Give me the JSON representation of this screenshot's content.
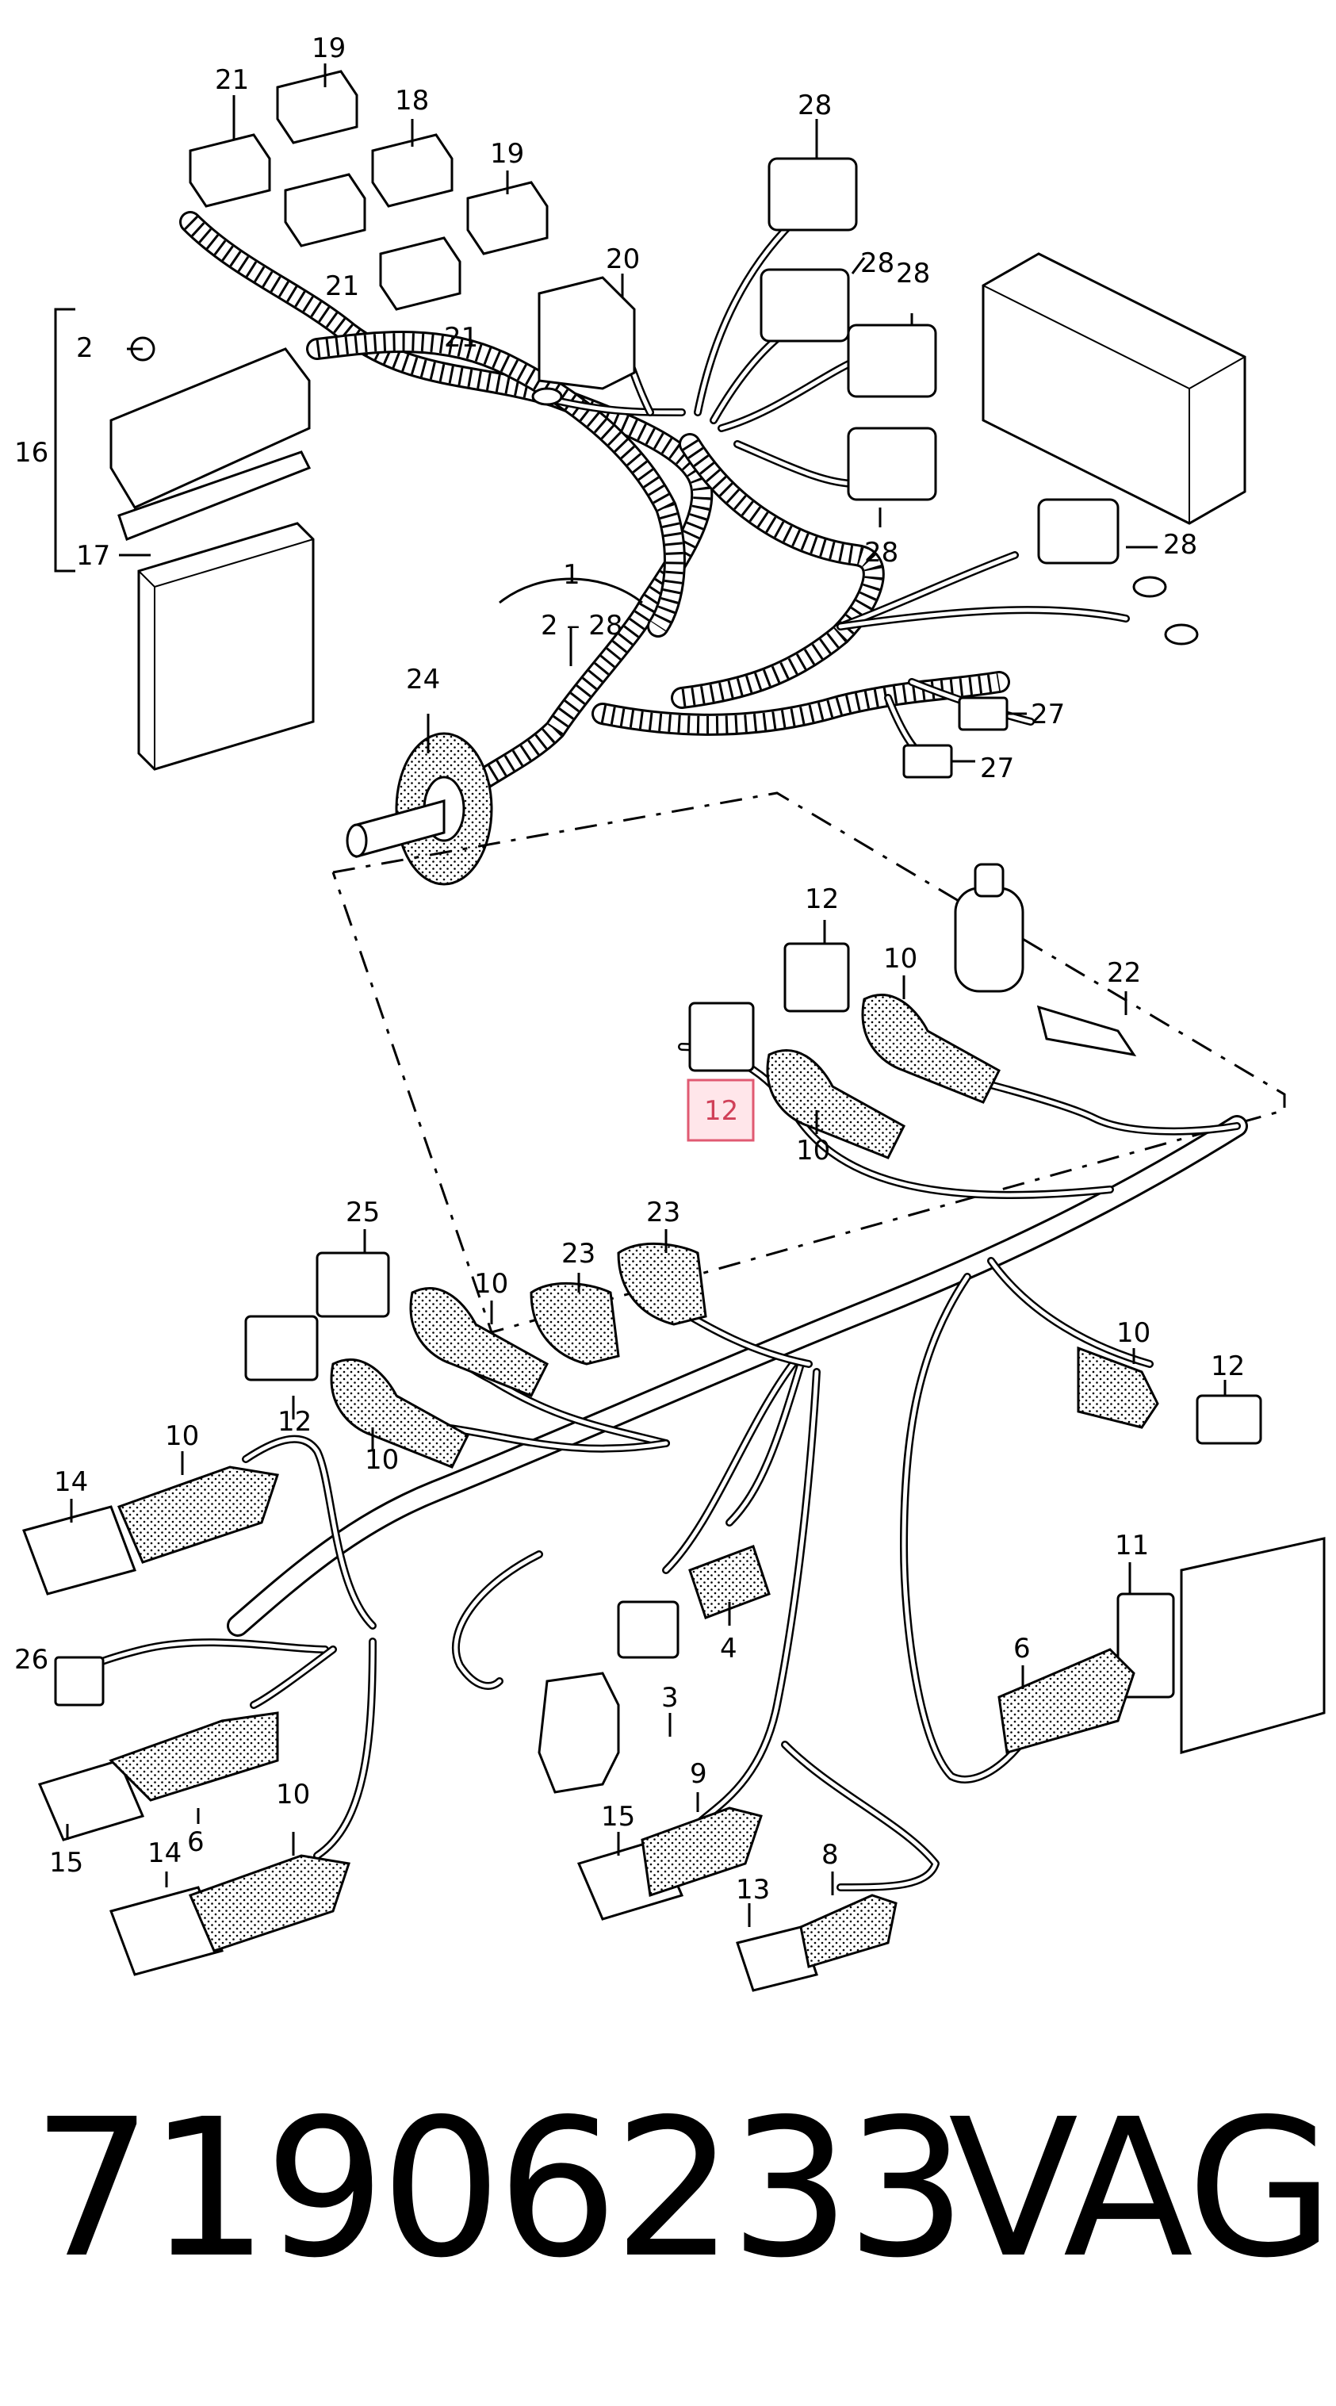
{
  "diagram": {
    "callouts": {
      "c1": "1",
      "c2_28": "2 – 28",
      "c2": "2",
      "c16": "16",
      "c17": "17",
      "c18": "18",
      "c19a": "19",
      "c19b": "19",
      "c20": "20",
      "c21a": "21",
      "c21b": "21",
      "c21c": "21",
      "c22": "22",
      "c23a": "23",
      "c23b": "23",
      "c24": "24",
      "c25": "25",
      "c26": "26",
      "c27a": "27",
      "c27b": "27",
      "c28a": "28",
      "c28b": "28",
      "c28c": "28",
      "c28d": "28",
      "c28e": "28",
      "c12a": "12",
      "c12b": "12",
      "c12c": "12",
      "c12d": "12",
      "c10a": "10",
      "c10b": "10",
      "c10c": "10",
      "c10d": "10",
      "c10e": "10",
      "c10f": "10",
      "c10g": "10",
      "c14a": "14",
      "c14b": "14",
      "c15a": "15",
      "c15b": "15",
      "c3": "3",
      "c4": "4",
      "c6a": "6",
      "c6b": "6",
      "c8": "8",
      "c9": "9",
      "c11": "11",
      "c13": "13"
    },
    "highlight": {
      "label": "12"
    }
  },
  "footer": {
    "part_number": "71906233",
    "brand": "VAG"
  }
}
